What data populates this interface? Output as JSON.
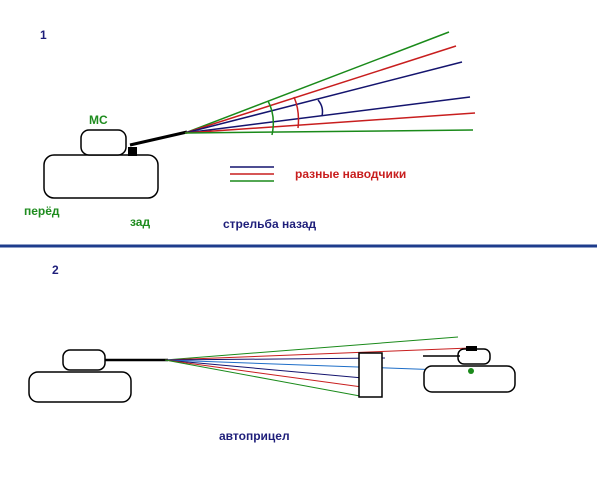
{
  "panel1": {
    "number": "1",
    "mc_label": "МС",
    "front_label": "перёд",
    "rear_label": "зад",
    "caption": "стрельба назад",
    "legend_label": "разные наводчики"
  },
  "panel2": {
    "number": "2",
    "caption": "автоприцел"
  },
  "colors": {
    "green": "#1a8a1a",
    "red": "#c81e1e",
    "navy": "#14146e",
    "blue": "#1e6ec8",
    "divider": "#1e3c8c",
    "dark_blue_text": "#1e1e7a",
    "green_text": "#1e8c1e",
    "red_text": "#c81e1e"
  }
}
